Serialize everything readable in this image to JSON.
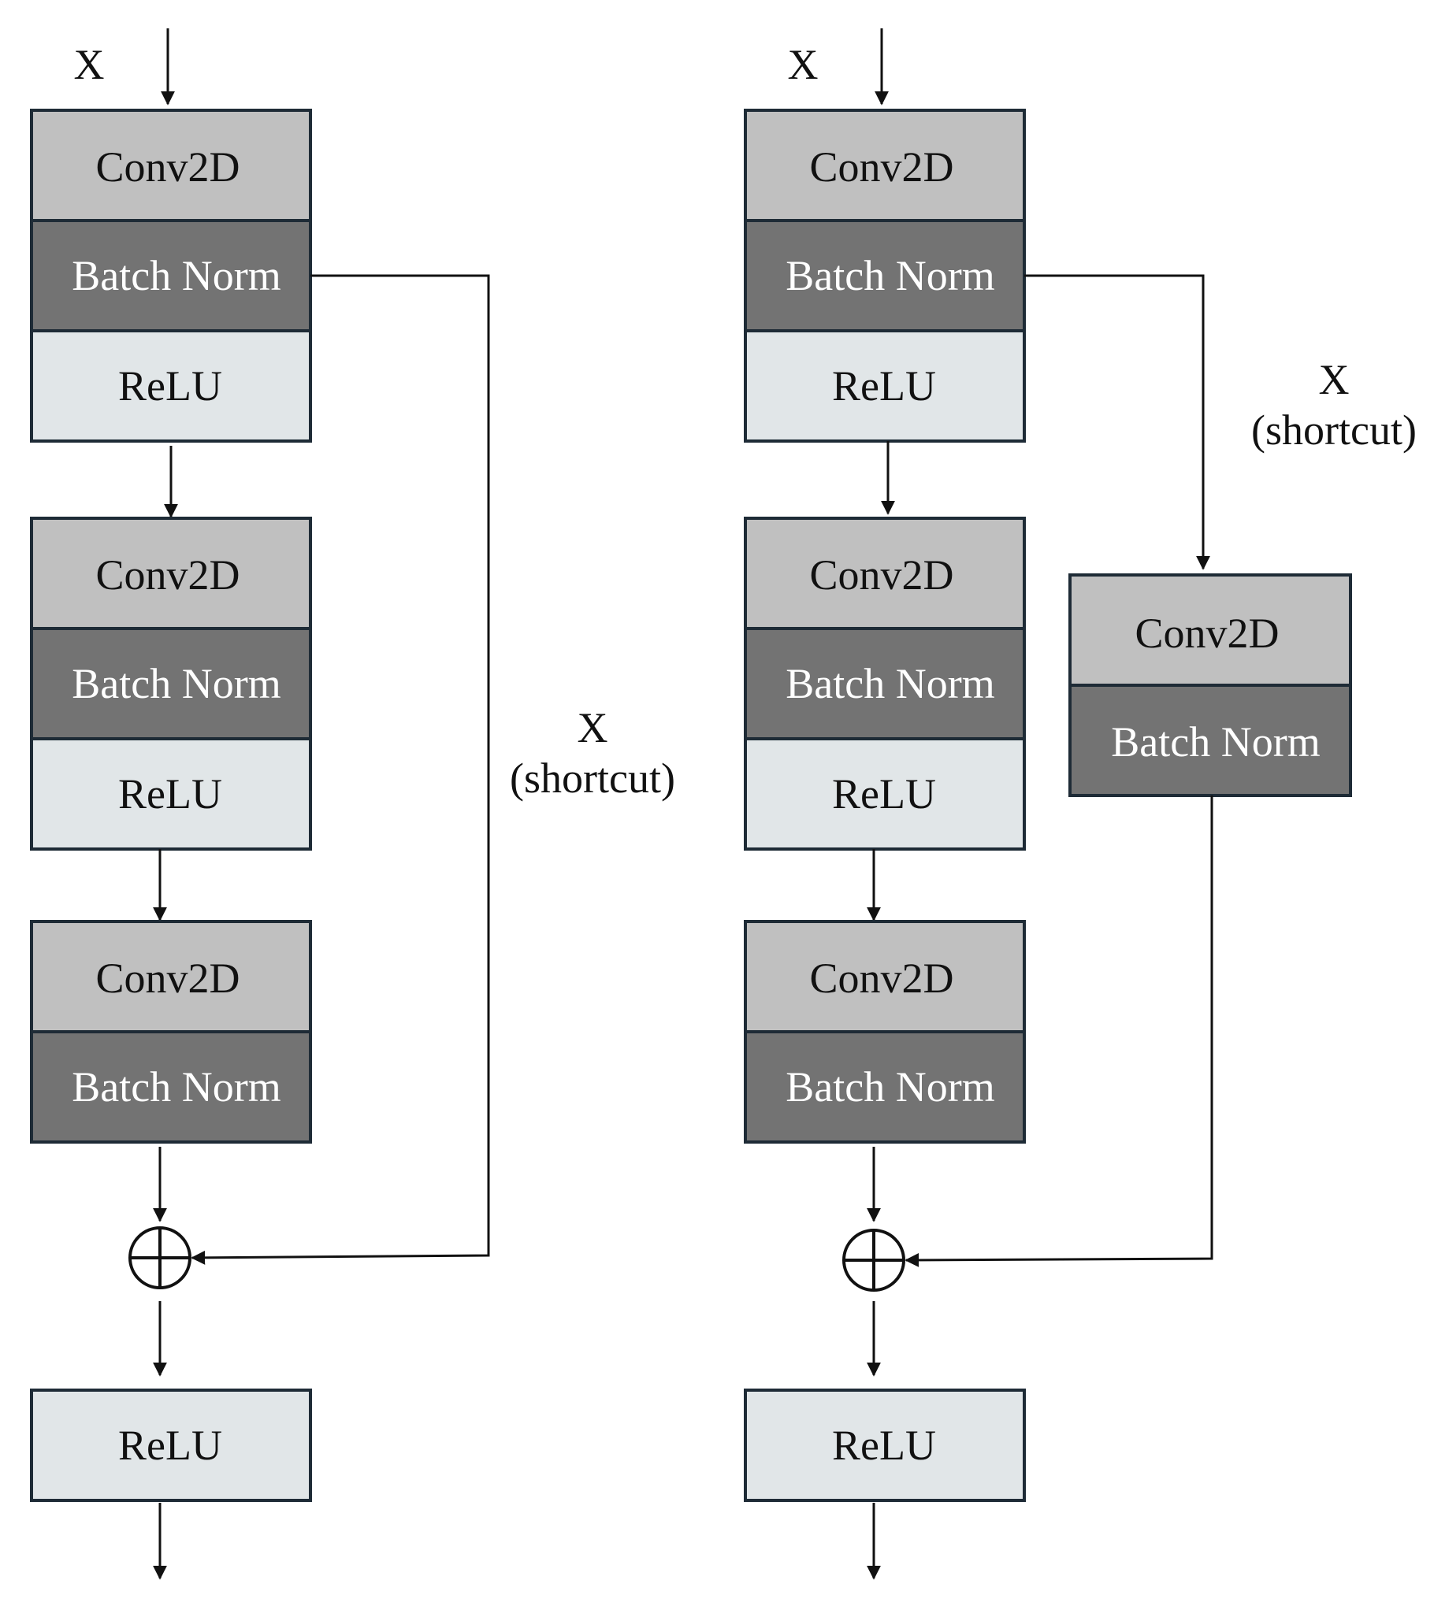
{
  "colors": {
    "conv": "#c0c0c0",
    "batchnorm": "#737373",
    "relu": "#e1e6e8",
    "outline": "#1e2b36",
    "line": "#111111"
  },
  "left_block": {
    "input_label": "X",
    "group1": [
      "Conv2D",
      "Batch Norm",
      "ReLU"
    ],
    "group2": [
      "Conv2D",
      "Batch Norm",
      "ReLU"
    ],
    "group3": [
      "Conv2D",
      "Batch Norm"
    ],
    "shortcut_label": [
      "X",
      "(shortcut)"
    ],
    "add_symbol": "add-circle",
    "output_layer": "ReLU"
  },
  "right_block": {
    "input_label": "X",
    "group1": [
      "Conv2D",
      "Batch Norm",
      "ReLU"
    ],
    "group2": [
      "Conv2D",
      "Batch Norm",
      "ReLU"
    ],
    "group3": [
      "Conv2D",
      "Batch Norm"
    ],
    "shortcut_label": [
      "X",
      "(shortcut)"
    ],
    "shortcut_group": [
      "Conv2D",
      "Batch Norm"
    ],
    "add_symbol": "add-circle",
    "output_layer": "ReLU"
  }
}
